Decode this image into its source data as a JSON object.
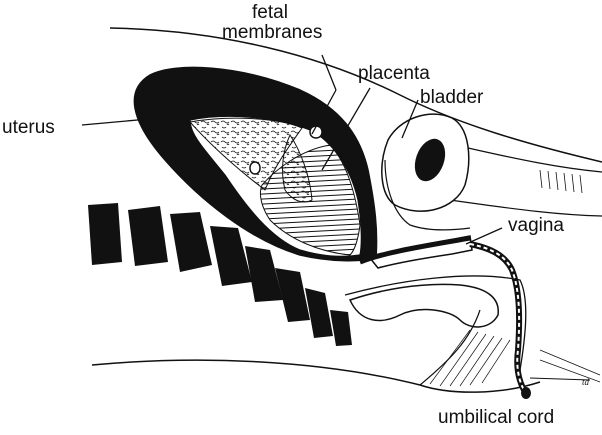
{
  "labels": {
    "fetal": "fetal",
    "membranes": "membranes",
    "placenta": "placenta",
    "bladder": "bladder",
    "uterus": "uterus",
    "vagina": "vagina",
    "umbilical_cord": "umbilical cord"
  },
  "signature": "td",
  "colors": {
    "ink": "#111111",
    "paper": "#ffffff"
  }
}
